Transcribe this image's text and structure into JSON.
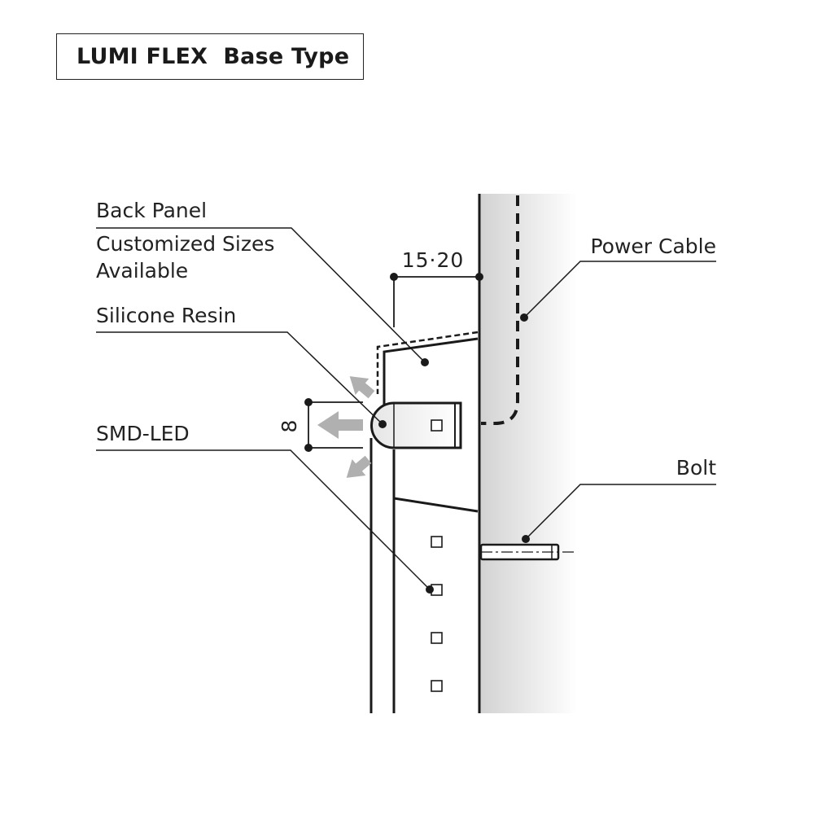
{
  "title": "LUMI FLEX  Base Type",
  "labels": {
    "back_panel": "Back Panel",
    "customized_line1": "Customized Sizes",
    "customized_line2": "Available",
    "silicone_resin": "Silicone Resin",
    "smd_led": "SMD-LED",
    "power_cable": "Power Cable",
    "bolt": "Bolt"
  },
  "dimensions": {
    "gap": "15·20",
    "height": "8"
  },
  "colors": {
    "line": "#1a1a1a",
    "arrow": "#b3b3b3",
    "wall_shade": "#d9d9d9"
  }
}
